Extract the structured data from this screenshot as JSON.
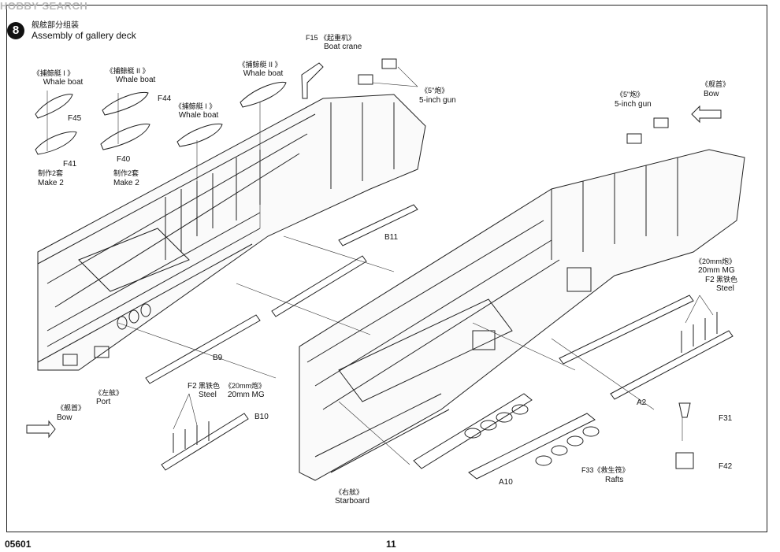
{
  "watermark": "HOBBY SEARCH",
  "step": {
    "number": "8",
    "title_cn": "舰舷部分组装",
    "title_en": "Assembly of gallery deck"
  },
  "footer": {
    "code": "05601",
    "page": "11"
  },
  "labels": {
    "whale1_cn": "《捕鲸艇 I 》",
    "whale1_en": "Whale boat",
    "whale2_cn": "《捕鲸艇 II 》",
    "whale2_en": "Whale boat",
    "whale3_cn": "《捕鲸艇 I 》",
    "whale3_en": "Whale boat",
    "whale4_cn": "《捕鲸艇 II 》",
    "whale4_en": "Whale boat",
    "f15_cn": "F15 《起重机》",
    "f15_en": "Boat crane",
    "gun1_cn": "《5\"炮》",
    "gun1_en": "5-inch gun",
    "gun2_cn": "《5\"炮》",
    "gun2_en": "5-inch gun",
    "bow1_cn": "《舰首》",
    "bow1_en": "Bow",
    "bow2_cn": "《舰首》",
    "bow2_en": "Bow",
    "port_cn": "《左舷》",
    "port_en": "Port",
    "starboard_cn": "《右舷》",
    "starboard_en": "Starboard",
    "f2a_id": "F2",
    "f2a_cn": "黑铁色",
    "f2a_en": "Steel",
    "mg1_cn": "《20mm炮》",
    "mg1_en": "20mm MG",
    "mg2_cn": "《20mm炮》",
    "mg2_en": "20mm MG",
    "f2b_id": "F2",
    "f2b_cn": "黑铁色",
    "f2b_en": "Steel",
    "make2a_cn": "制作2套",
    "make2a_en": "Make 2",
    "make2b_cn": "制作2套",
    "make2b_en": "Make 2",
    "f33_text": "F33《救生筏》",
    "f33_en": "Rafts",
    "p_f45": "F45",
    "p_f41": "F41",
    "p_f44": "F44",
    "p_f40": "F40",
    "p_b11": "B11",
    "p_b9": "B9",
    "p_b10": "B10",
    "p_a2": "A2",
    "p_a10": "A10",
    "p_f31": "F31",
    "p_f42": "F42"
  }
}
